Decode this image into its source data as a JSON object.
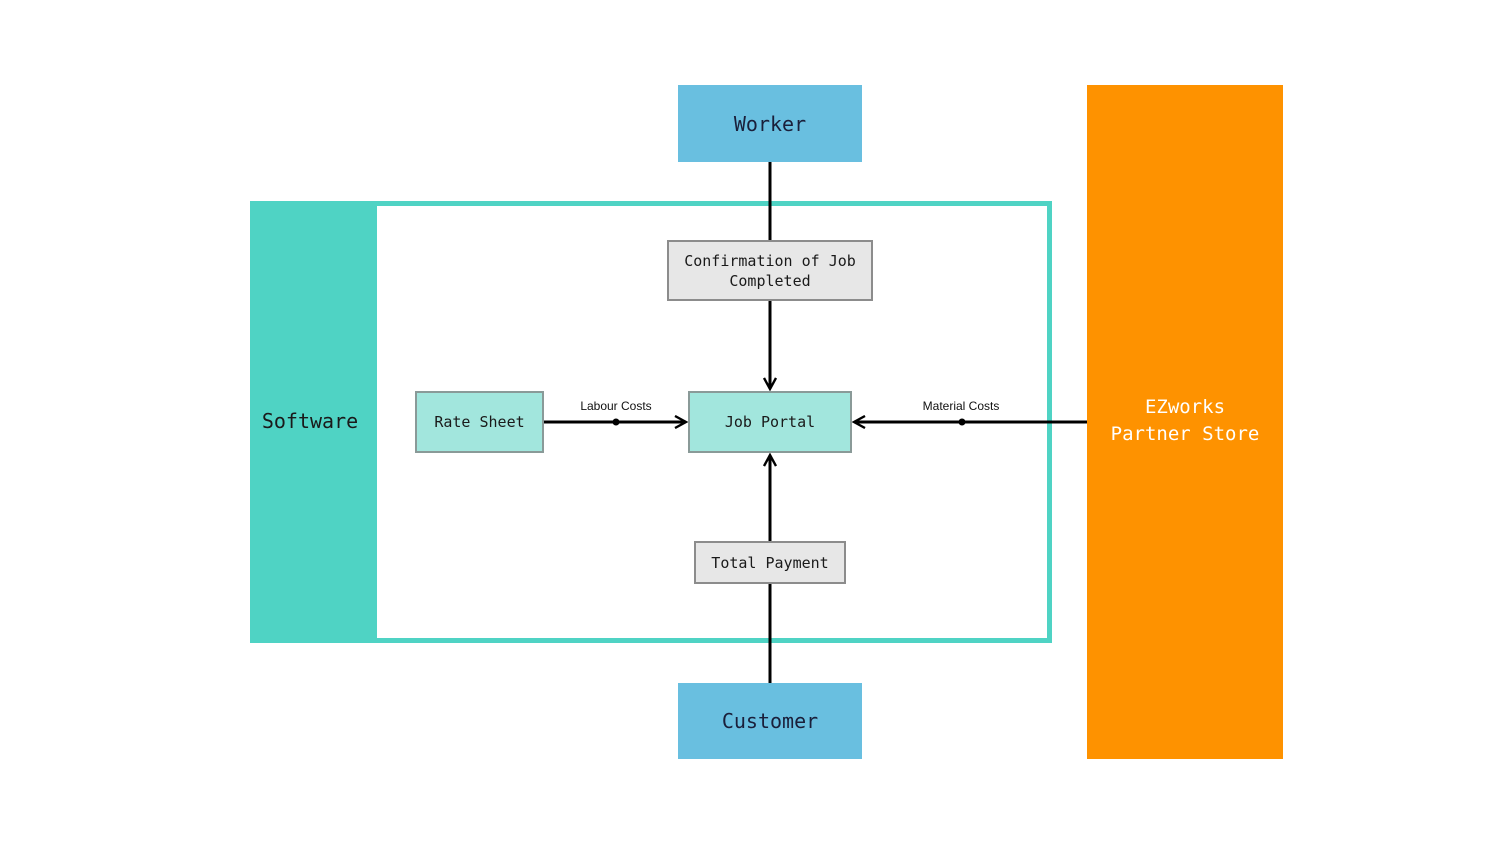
{
  "software": {
    "label": "Software"
  },
  "worker": {
    "label": "Worker"
  },
  "customer": {
    "label": "Customer"
  },
  "partner_store": {
    "line1": "EZworks",
    "line2": "Partner Store"
  },
  "rate_sheet": {
    "label": "Rate Sheet"
  },
  "job_portal": {
    "label": "Job Portal"
  },
  "confirmation": {
    "line1": "Confirmation of Job",
    "line2": "Completed"
  },
  "total_payment": {
    "label": "Total Payment"
  },
  "edges": {
    "labour_costs": "Labour Costs",
    "material_costs": "Material Costs"
  },
  "colors": {
    "software_teal": "#4fd3c4",
    "node_teal": "#a2e6dd",
    "actor_blue": "#69bfe0",
    "partner_orange": "#fe9200",
    "label_grey": "#e7e7e7"
  }
}
